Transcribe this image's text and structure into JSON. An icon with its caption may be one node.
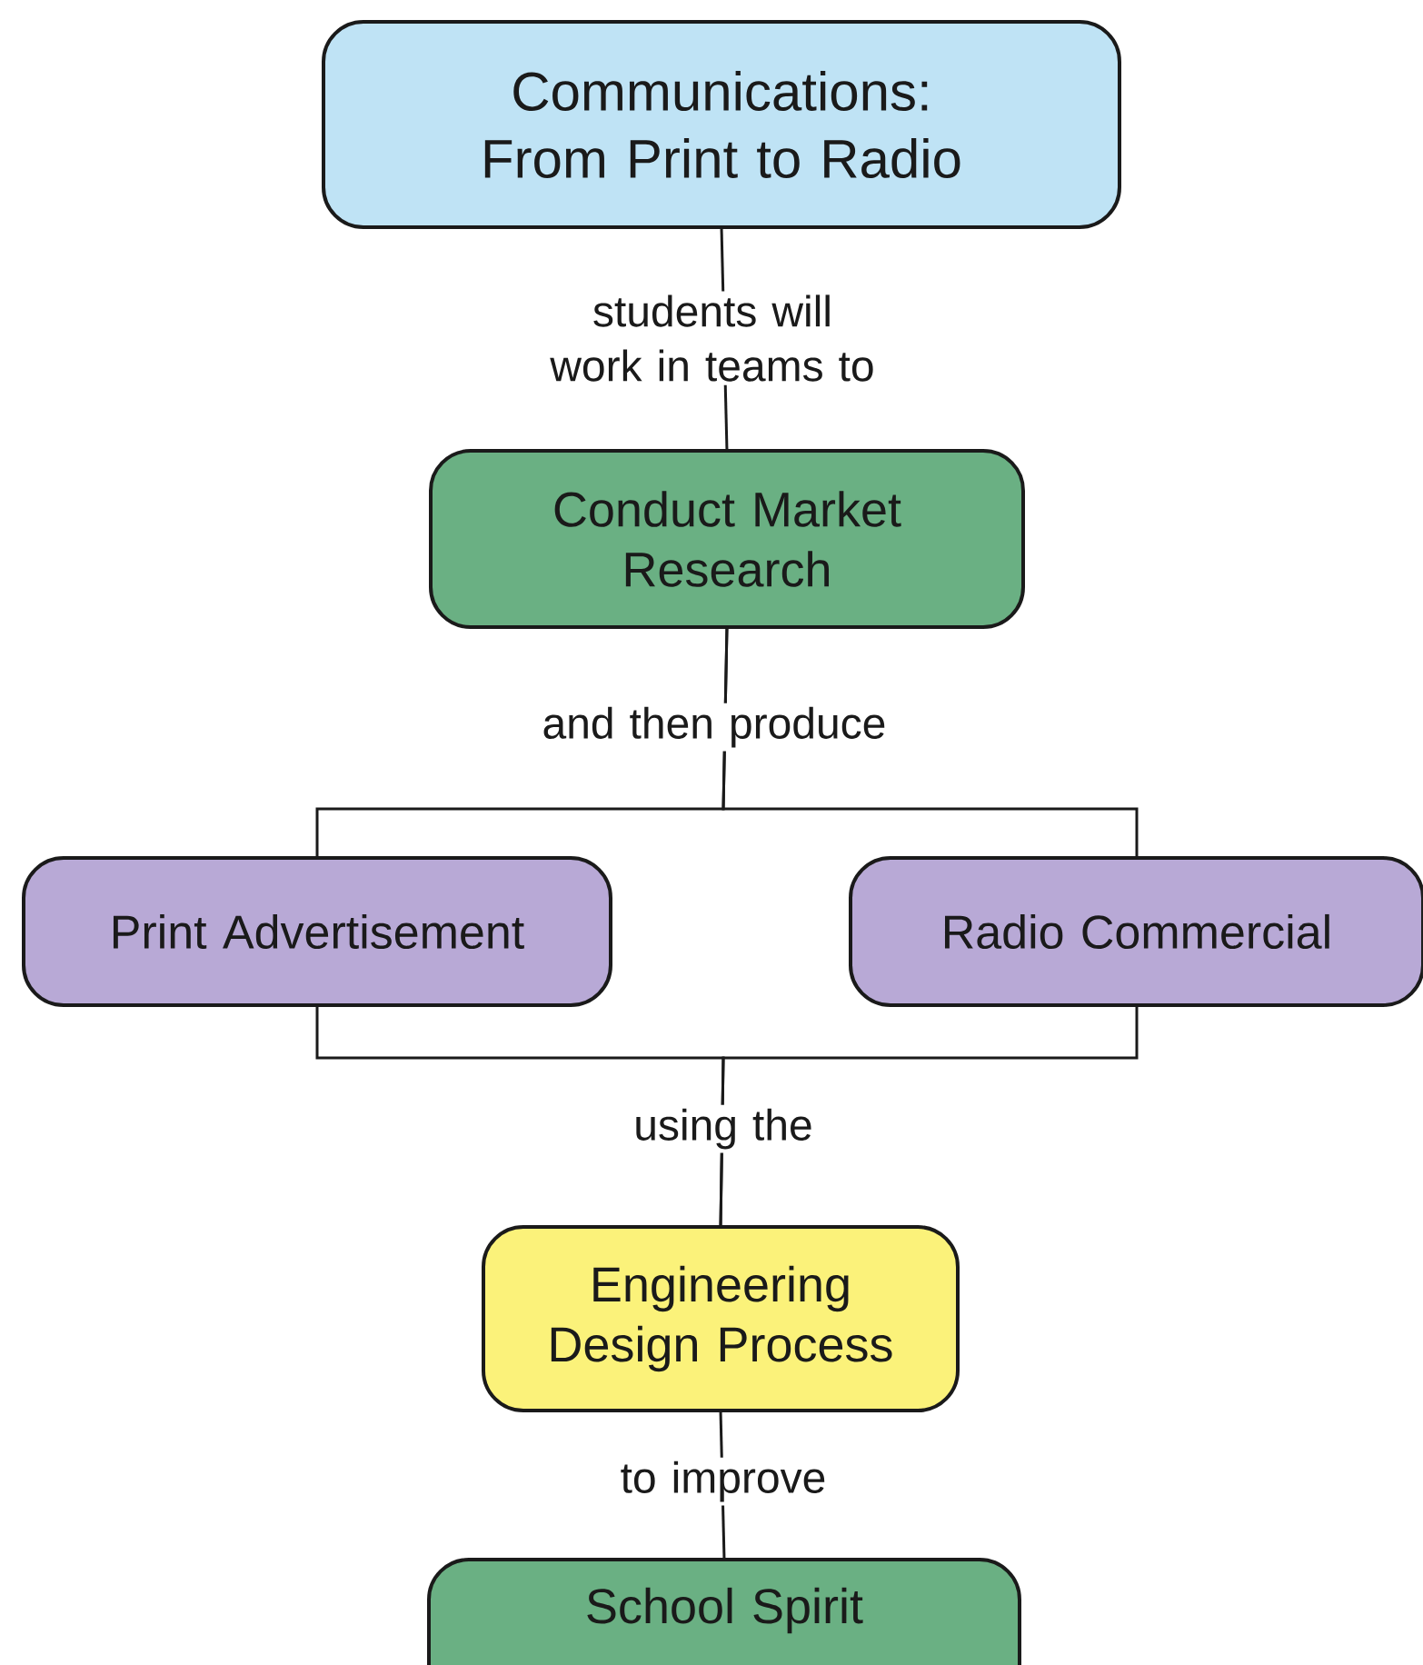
{
  "diagram": {
    "nodes": [
      {
        "text": [
          "Communications: From Print to Radio"
        ]
      },
      {
        "text": [
          "Conduct Market Research"
        ]
      },
      {
        "text": [
          "Print Advertisement"
        ]
      },
      {
        "text": [
          "Radio Commercial"
        ]
      },
      {
        "text": [
          "Engineering Design Process"
        ]
      },
      {
        "text": [
          "School Spirit"
        ]
      }
    ],
    "edges": [
      {
        "from": 0,
        "to": 1,
        "arrow": "none",
        "label": "students will work in teams to"
      },
      {
        "from": 1,
        "to": 2,
        "arrow": "none",
        "label": "and then produce"
      },
      {
        "from": 1,
        "to": 3,
        "arrow": "none"
      },
      {
        "from": 2,
        "to": 4,
        "arrow": "none",
        "label": "using the"
      },
      {
        "from": 3,
        "to": 4,
        "arrow": "none"
      },
      {
        "from": 4,
        "to": 5,
        "arrow": "none",
        "label": "to improve"
      }
    ]
  }
}
